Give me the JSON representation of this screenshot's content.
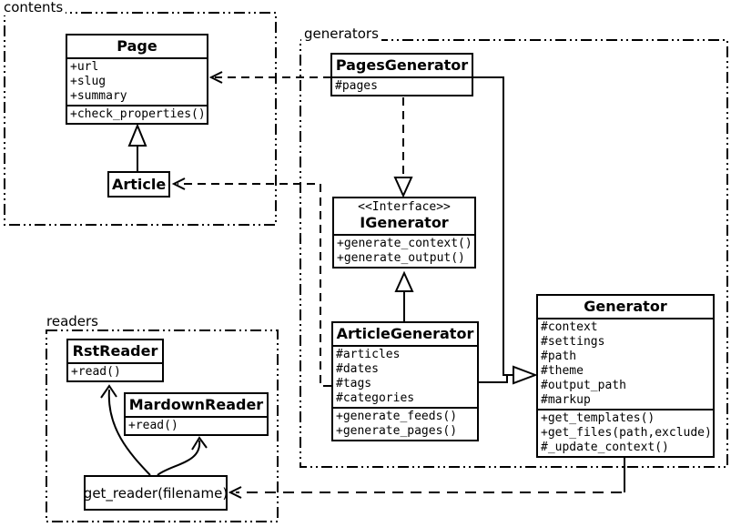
{
  "packages": {
    "contents": {
      "label": "contents"
    },
    "generators": {
      "label": "generators"
    },
    "readers": {
      "label": "readers"
    }
  },
  "classes": {
    "page": {
      "title": "Page",
      "attributes": [
        "+url",
        "+slug",
        "+summary"
      ],
      "methods": [
        "+check_properties()"
      ]
    },
    "article": {
      "title": "Article"
    },
    "pages_generator": {
      "title": "PagesGenerator",
      "attributes": [
        "#pages"
      ]
    },
    "igenerator": {
      "stereotype": "<<Interface>>",
      "title": "IGenerator",
      "methods": [
        "+generate_context()",
        "+generate_output()"
      ]
    },
    "article_generator": {
      "title": "ArticleGenerator",
      "attributes": [
        "#articles",
        "#dates",
        "#tags",
        "#categories"
      ],
      "methods": [
        "+generate_feeds()",
        "+generate_pages()"
      ]
    },
    "generator": {
      "title": "Generator",
      "attributes": [
        "#context",
        "#settings",
        "#path",
        "#theme",
        "#output_path",
        "#markup"
      ],
      "methods": [
        "+get_templates()",
        "+get_files(path,exclude)",
        "#_update_context()"
      ]
    },
    "rst_reader": {
      "title": "RstReader",
      "methods": [
        "+read()"
      ]
    },
    "markdown_reader": {
      "title": "MardownReader",
      "methods": [
        "+read()"
      ]
    },
    "get_reader": {
      "label": "get_reader(filename)"
    }
  },
  "colors": {
    "line": "#000000",
    "background": "#ffffff"
  }
}
